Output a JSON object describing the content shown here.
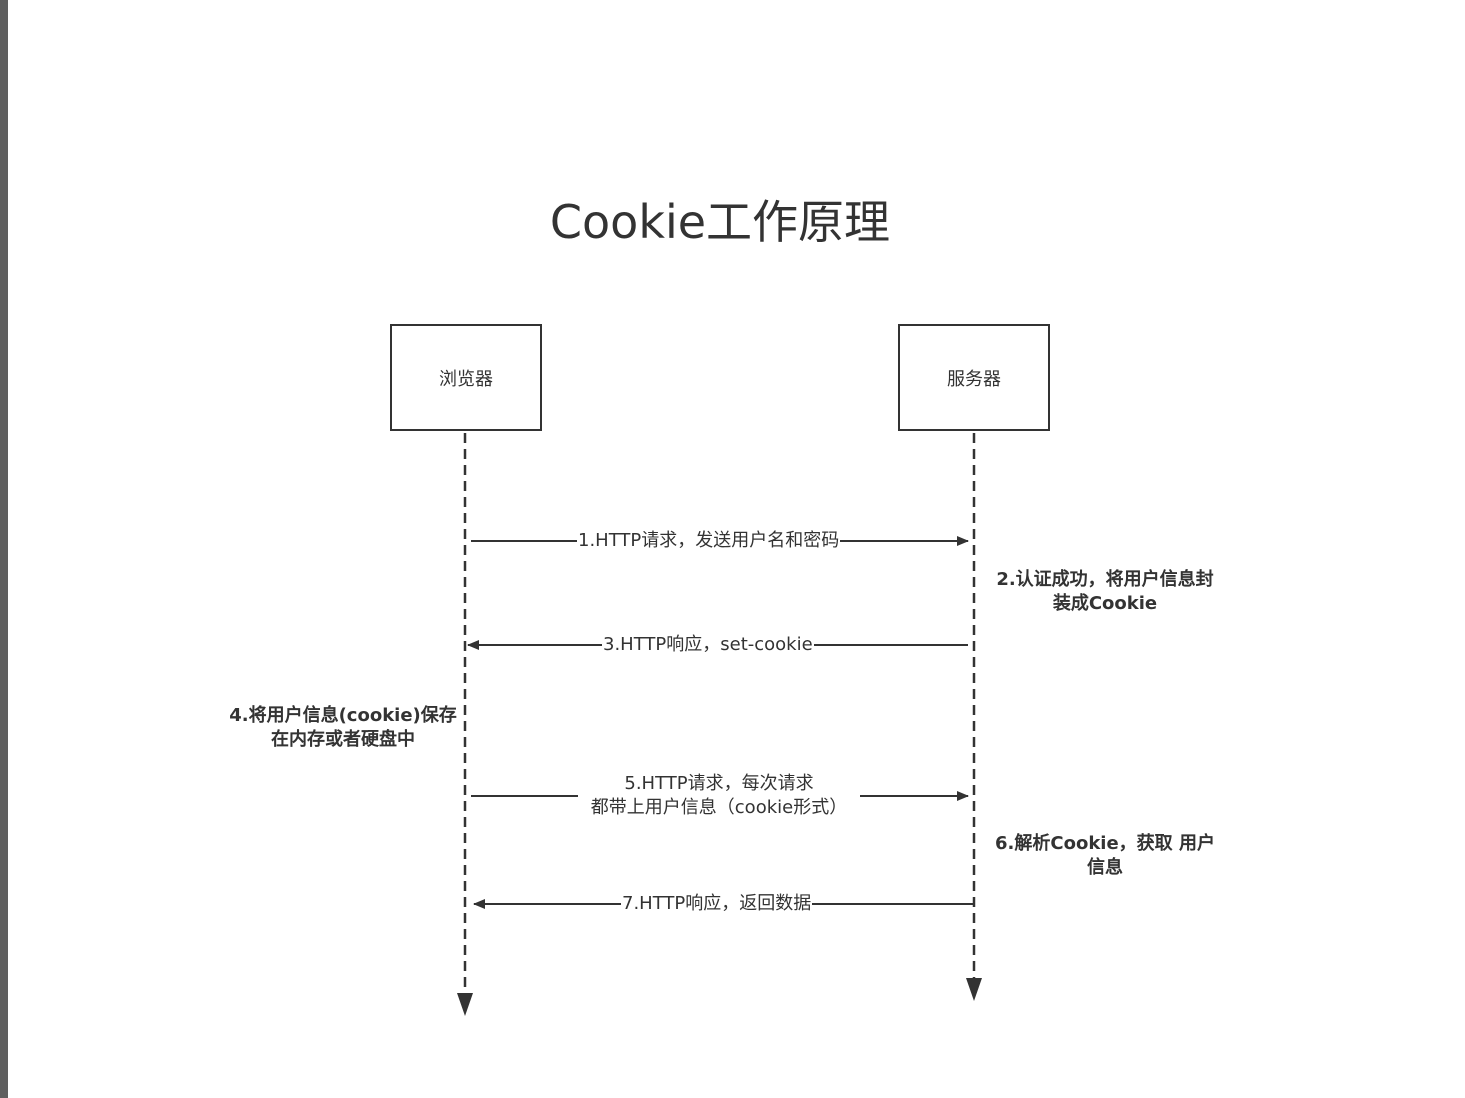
{
  "title": "Cookie工作原理",
  "participants": {
    "browser": "浏览器",
    "server": "服务器"
  },
  "messages": {
    "m1": "1.HTTP请求，发送用户名和密码",
    "m3": "3.HTTP响应，set-cookie",
    "m5_line1": "5.HTTP请求，每次请求",
    "m5_line2": "都带上用户信息（cookie形式）",
    "m7": "7.HTTP响应，返回数据"
  },
  "notes": {
    "n2_line1": "2.认证成功，将用户信息封",
    "n2_line2": "装成Cookie",
    "n4_line1": "4.将用户信息(cookie)保存",
    "n4_line2": "在内存或者硬盘中",
    "n6_line1": "6.解析Cookie，获取 用户",
    "n6_line2": "信息"
  },
  "colors": {
    "stroke": "#333333",
    "frame": "#5f5f5f",
    "background": "#ffffff"
  }
}
